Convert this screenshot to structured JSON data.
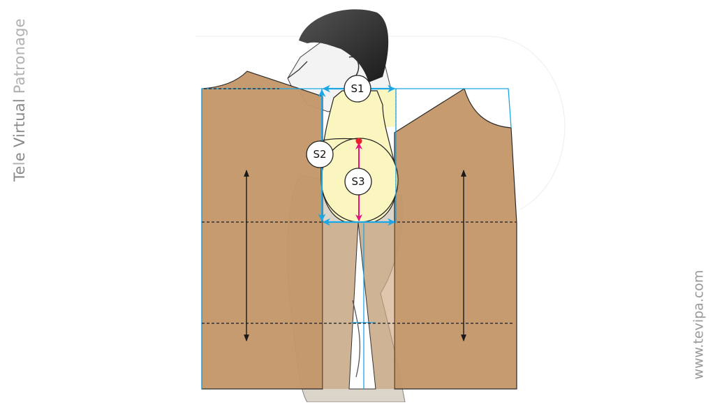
{
  "branding": {
    "left_vertical_text_parts": [
      "Te",
      "l",
      "e ",
      "Virtual ",
      "Patronage"
    ],
    "left_vertical_text": "Tele Virtual Patronage",
    "right_vertical_text": "www.tevipa.com"
  },
  "diagram": {
    "subject": "Sleeve pattern overlay on male torso (side view)",
    "labels": {
      "s1": "S1",
      "s2": "S2",
      "s3": "S3"
    },
    "colors": {
      "pattern_fill": "#c4976a",
      "pattern_stroke": "#222222",
      "measure_blue": "#1aa7e8",
      "measure_magenta": "#e6137f",
      "point_red": "#e8202a",
      "highlight_yellow": "#fbf5c0",
      "grain_arrow": "#1a1a1a",
      "background": "#ffffff",
      "text_gray": "#8a8a8a"
    },
    "measurements": [
      {
        "id": "S1",
        "description": "horizontal width across top of shoulder/sleeve cap",
        "color": "blue"
      },
      {
        "id": "S2",
        "description": "vertical height along sleeve side",
        "color": "blue"
      },
      {
        "id": "S3",
        "description": "sleeve cap height from red point down",
        "color": "magenta"
      }
    ],
    "guides": {
      "dashed_lines": 3,
      "grainline_arrows": 2
    }
  }
}
